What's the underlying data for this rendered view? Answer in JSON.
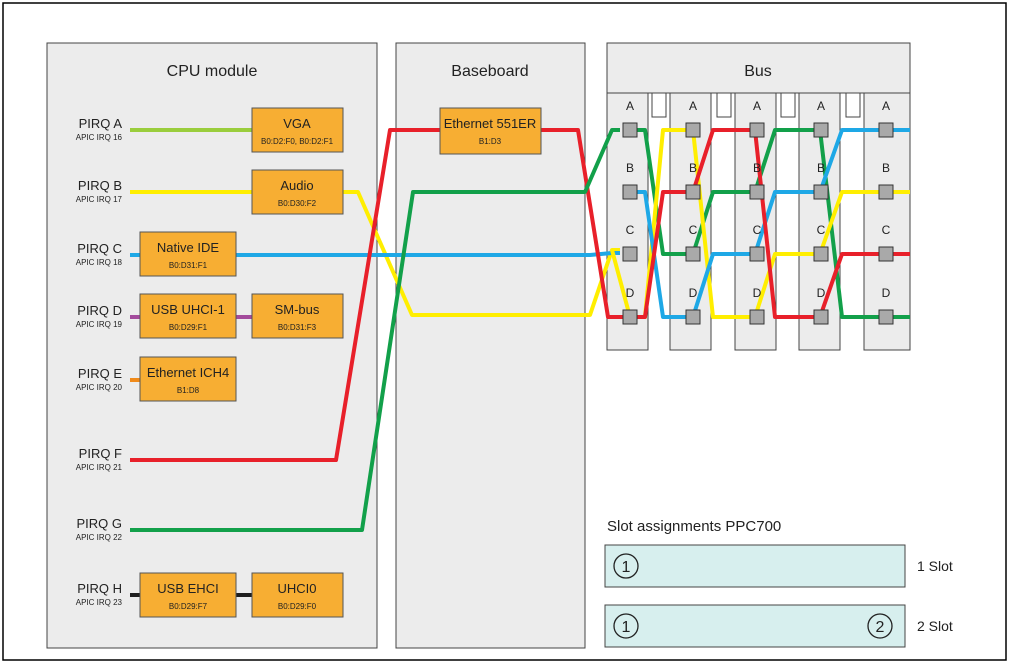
{
  "panels": {
    "cpu_title": "CPU module",
    "baseboard_title": "Baseboard",
    "bus_title": "Bus"
  },
  "pirq": [
    {
      "name": "PIRQ A",
      "irq": "APIC IRQ 16"
    },
    {
      "name": "PIRQ B",
      "irq": "APIC IRQ 17"
    },
    {
      "name": "PIRQ C",
      "irq": "APIC IRQ 18"
    },
    {
      "name": "PIRQ D",
      "irq": "APIC IRQ 19"
    },
    {
      "name": "PIRQ E",
      "irq": "APIC IRQ 20"
    },
    {
      "name": "PIRQ F",
      "irq": "APIC IRQ 21"
    },
    {
      "name": "PIRQ G",
      "irq": "APIC IRQ 22"
    },
    {
      "name": "PIRQ H",
      "irq": "APIC IRQ 23"
    }
  ],
  "devices": [
    {
      "name": "VGA",
      "addr": "B0:D2:F0, B0:D2:F1"
    },
    {
      "name": "Audio",
      "addr": "B0:D30:F2"
    },
    {
      "name": "Native IDE",
      "addr": "B0:D31:F1"
    },
    {
      "name": "USB UHCI-1",
      "addr": "B0:D29:F1"
    },
    {
      "name": "SM-bus",
      "addr": "B0:D31:F3"
    },
    {
      "name": "Ethernet ICH4",
      "addr": "B1:D8"
    },
    {
      "name": "USB EHCI",
      "addr": "B0:D29:F7"
    },
    {
      "name": "UHCI0",
      "addr": "B0:D29:F0"
    },
    {
      "name": "Ethernet 551ER",
      "addr": "B1:D3"
    }
  ],
  "bus_pins": [
    "A",
    "B",
    "C",
    "D"
  ],
  "slots": {
    "title": "Slot assignments PPC700",
    "rows": [
      {
        "label": "1 Slot",
        "numbers": [
          "1"
        ]
      },
      {
        "label": "2 Slot",
        "numbers": [
          "1",
          "2"
        ]
      }
    ]
  },
  "colors": {
    "pirq_a": "#9acd3c",
    "pirq_b": "#ffee00",
    "pirq_c": "#1ea8e6",
    "pirq_d": "#a34b9c",
    "pirq_e": "#f08a1a",
    "pirq_f": "#e8202a",
    "pirq_g": "#12a04a",
    "pirq_h": "#1e1e1e",
    "device_fill": "#f7ae33",
    "panel_fill": "#ececec",
    "slot_fill": "#d7efee"
  }
}
